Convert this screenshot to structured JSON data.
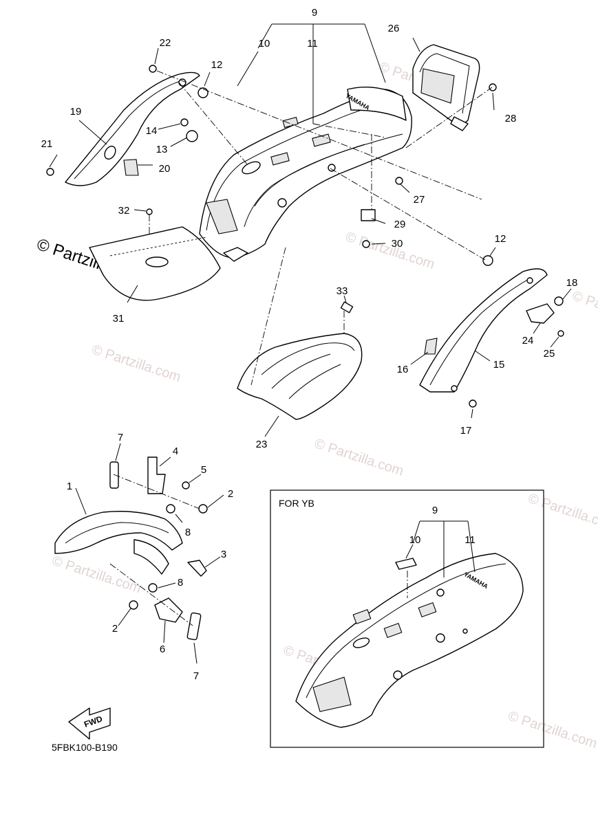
{
  "watermark": {
    "text": "© Partzilla.com",
    "main_text": "© Partzilla.com",
    "color": "#e2d3d3"
  },
  "diagram_code": "5FBK100-B190",
  "inset": {
    "title": "FOR YB"
  },
  "fwd_label": "FWD",
  "brand_text": "YAMAHA",
  "callouts": {
    "c1": "1",
    "c2a": "2",
    "c2b": "2",
    "c3": "3",
    "c4": "4",
    "c5": "5",
    "c6": "6",
    "c7a": "7",
    "c7b": "7",
    "c8a": "8",
    "c8b": "8",
    "c9": "9",
    "c10": "10",
    "c11": "11",
    "c12a": "12",
    "c12b": "12",
    "c13": "13",
    "c14": "14",
    "c15": "15",
    "c16": "16",
    "c17": "17",
    "c18": "18",
    "c19": "19",
    "c20": "20",
    "c21": "21",
    "c22": "22",
    "c23": "23",
    "c24": "24",
    "c25": "25",
    "c26": "26",
    "c27": "27",
    "c28": "28",
    "c29": "29",
    "c30": "30",
    "c31": "31",
    "c32": "32",
    "c33": "33",
    "i9": "9",
    "i10": "10",
    "i11": "11"
  }
}
